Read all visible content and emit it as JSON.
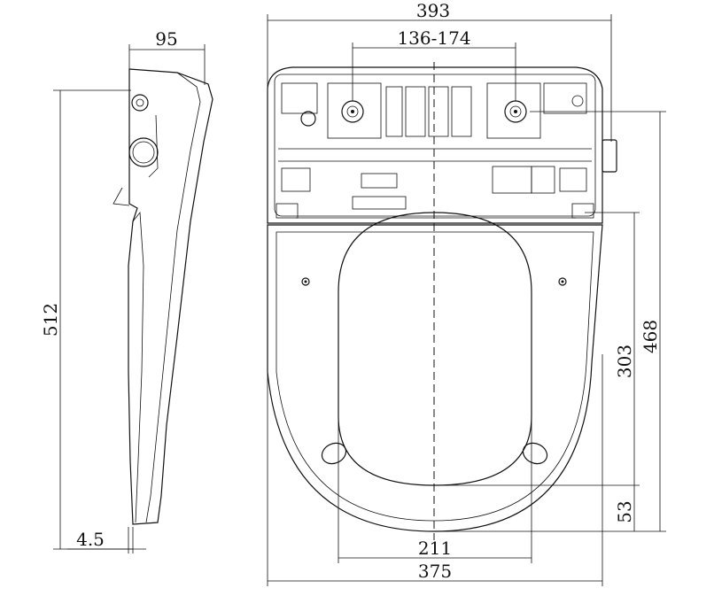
{
  "drawing": {
    "dimensions": {
      "overall_width_top": "393",
      "bolt_spacing": "136-174",
      "side_depth": "95",
      "side_length": "512",
      "side_thickness": "4.5",
      "total_length": "468",
      "seat_length": "303",
      "front_offset": "53",
      "opening_width": "211",
      "seat_width": "375"
    }
  }
}
